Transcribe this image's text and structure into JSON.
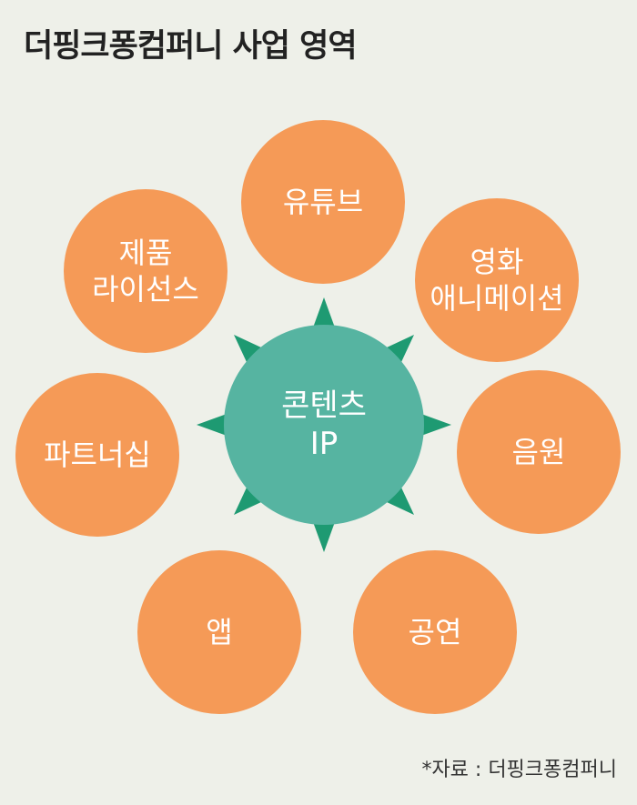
{
  "title": "더핑크퐁컴퍼니 사업 영역",
  "center": {
    "lines": [
      "콘텐츠",
      "IP"
    ]
  },
  "areas": [
    {
      "lines": [
        "유튜브"
      ]
    },
    {
      "lines": [
        "영화",
        "애니메이션"
      ]
    },
    {
      "lines": [
        "음원"
      ]
    },
    {
      "lines": [
        "공연"
      ]
    },
    {
      "lines": [
        "앱"
      ]
    },
    {
      "lines": [
        "파트너십"
      ]
    },
    {
      "lines": [
        "제품",
        "라이선스"
      ]
    }
  ],
  "source": "*자료 : 더핑크퐁컴퍼니",
  "colors": {
    "background": "#eef0e9",
    "orange": "#f59a57",
    "teal": "#56b4a1",
    "triangle": "#1e9a72"
  }
}
